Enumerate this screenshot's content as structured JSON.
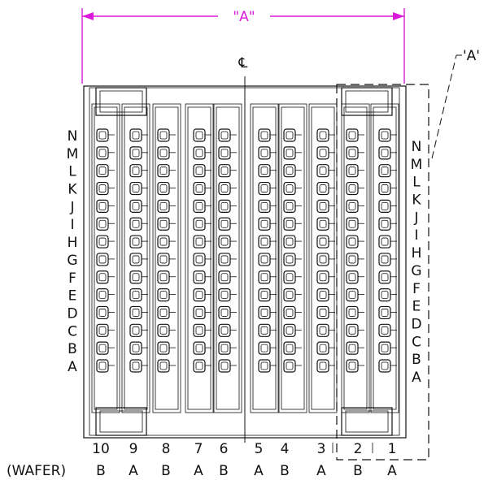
{
  "dimension": {
    "label": "\"A\"",
    "color": "#d91ad9"
  },
  "centerline_label": "℄",
  "detail_label": "'A'",
  "row_labels": [
    "N",
    "M",
    "L",
    "K",
    "J",
    "I",
    "H",
    "G",
    "F",
    "E",
    "D",
    "C",
    "B",
    "A"
  ],
  "column_labels": [
    "10",
    "9",
    "8",
    "7",
    "6",
    "5",
    "4",
    "3",
    "2",
    "1"
  ],
  "wafer_caption": "(WAFER)",
  "wafer_types": [
    "B",
    "A",
    "B",
    "A",
    "B",
    "A",
    "B",
    "A",
    "B",
    "A"
  ]
}
